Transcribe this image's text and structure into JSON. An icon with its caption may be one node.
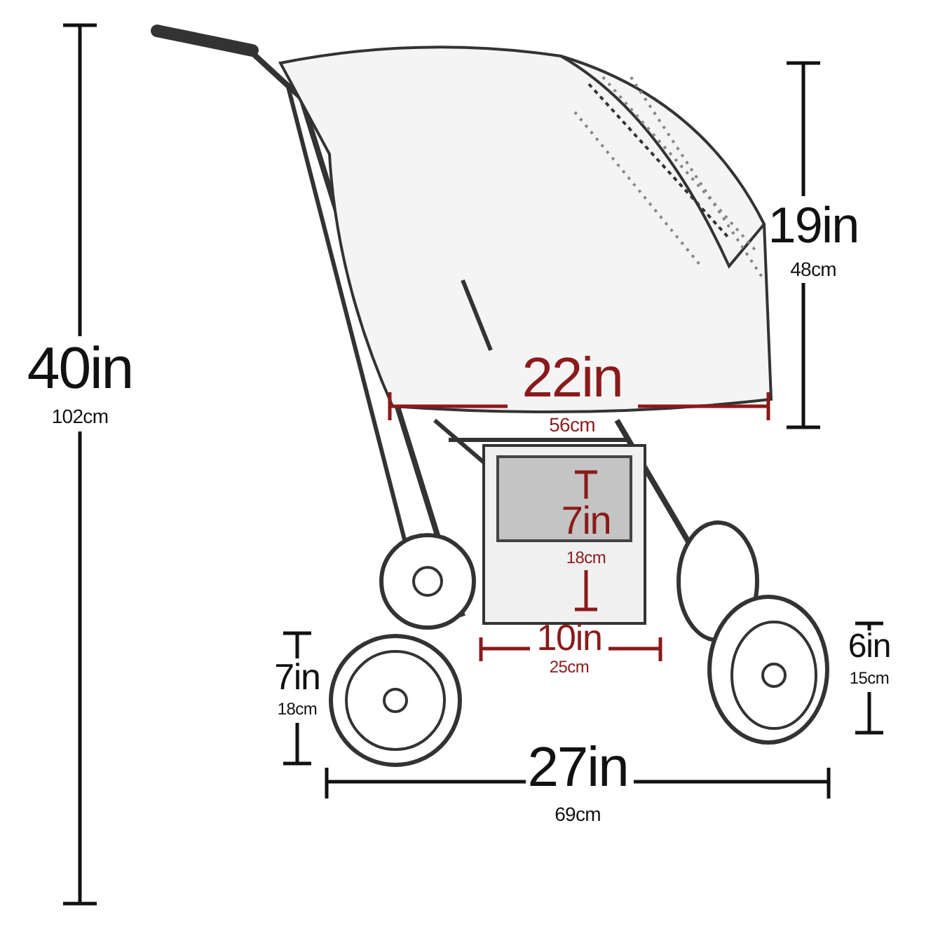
{
  "diagram": {
    "labels": [
      "40in",
      "102cm",
      "19in",
      "48cm",
      "22in",
      "56cm",
      "7in",
      "18cm",
      "10in",
      "25cm",
      "7in",
      "18cm",
      "6in",
      "15cm",
      "27in",
      "69cm"
    ]
  }
}
